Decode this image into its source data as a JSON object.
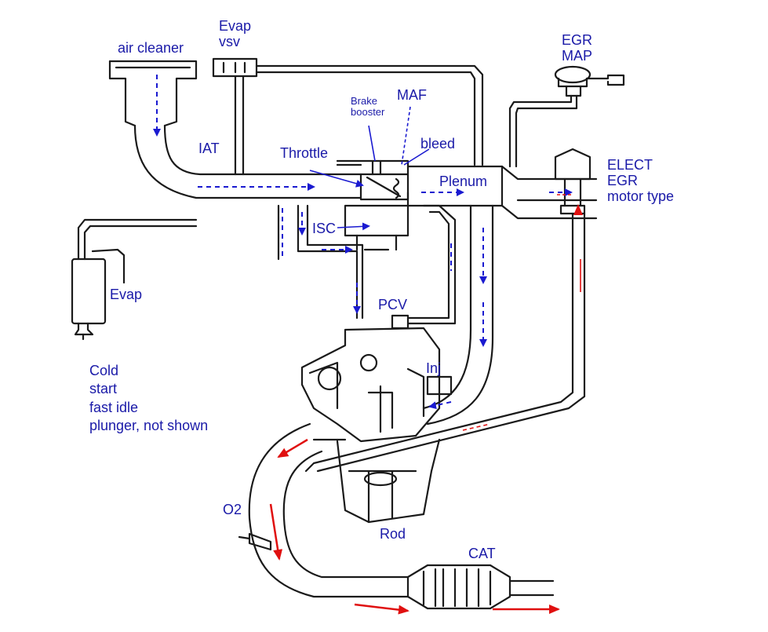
{
  "labels": {
    "air_cleaner": "air cleaner",
    "evap_vsv_line1": "Evap",
    "evap_vsv_line2": "vsv",
    "egr_map_line1": "EGR",
    "egr_map_line2": "MAP",
    "brake_booster_line1": "Brake",
    "brake_booster_line2": "booster",
    "maf": "MAF",
    "bleed": "bleed",
    "iat": "IAT",
    "throttle": "Throttle",
    "plenum": "Plenum",
    "elect_egr_line1": "ELECT",
    "elect_egr_line2": "EGR",
    "elect_egr_line3": "motor type",
    "isc": "ISC",
    "evap": "Evap",
    "pcv": "PCV",
    "inj": "Inj",
    "cold_start": [
      "Cold",
      "start",
      "fast idle",
      "plunger, not shown"
    ],
    "o2": "O2",
    "rod": "Rod",
    "cat": "CAT"
  },
  "colors": {
    "label_text": "#1a1aa8",
    "intake_flow_arrows": "#1a1ad0",
    "exhaust_flow_arrows": "#e01010",
    "drawing_lines": "#1a1a1a"
  }
}
